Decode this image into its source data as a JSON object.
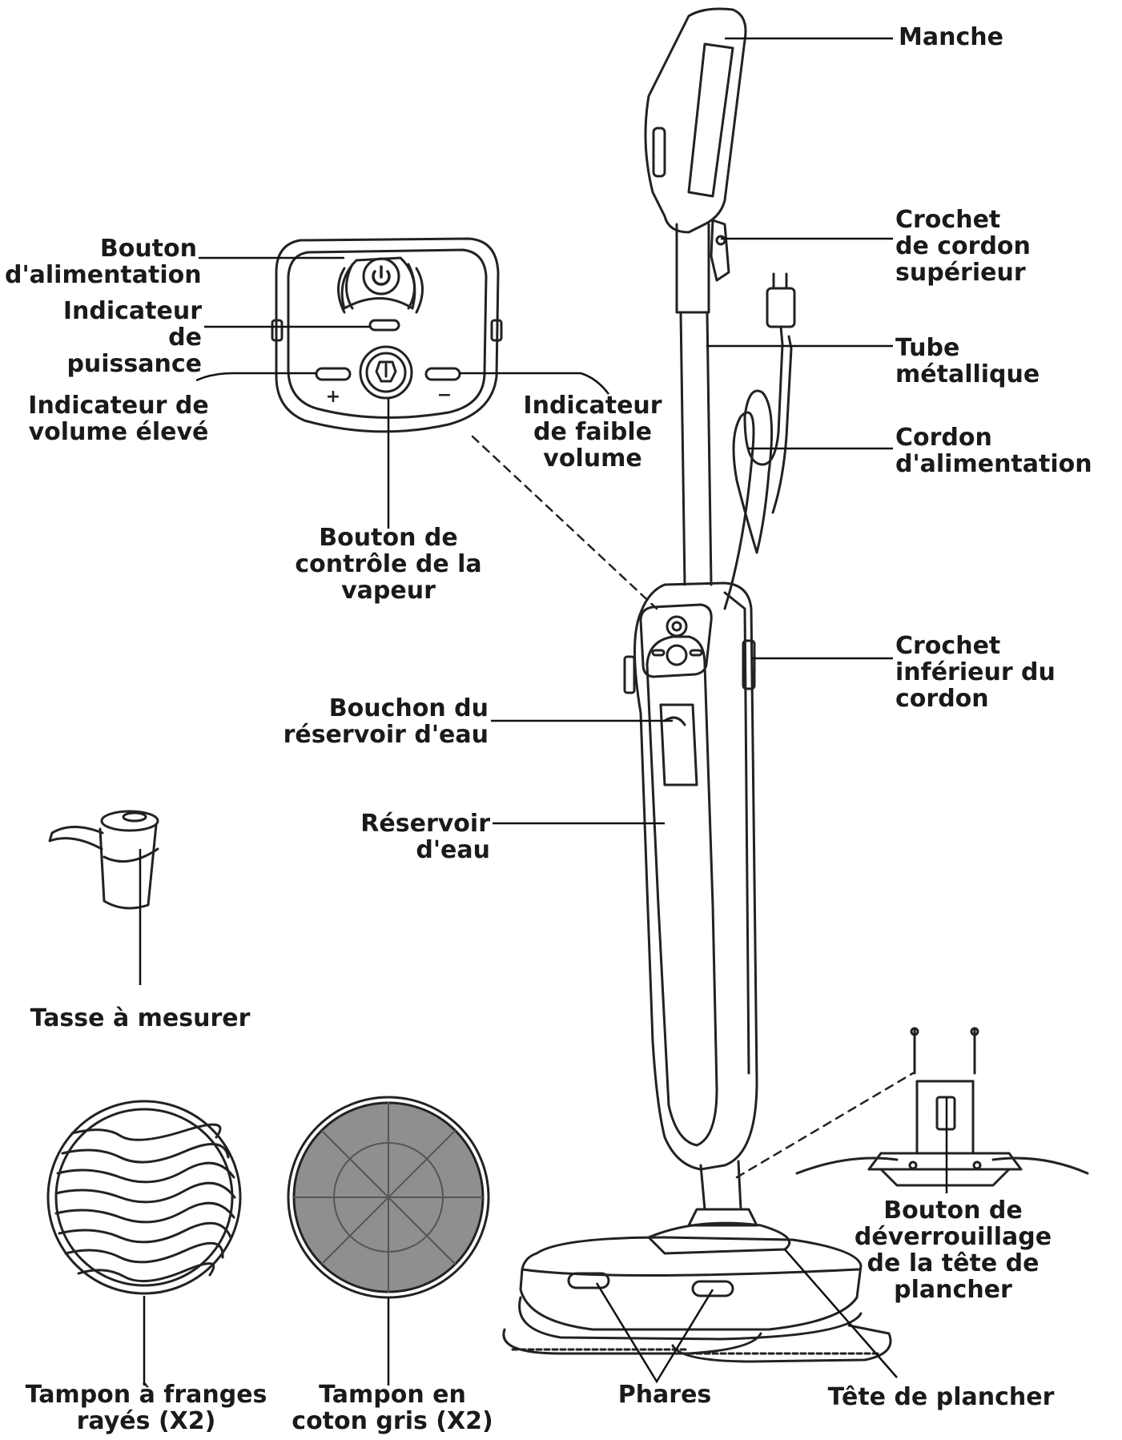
{
  "labels": {
    "manche": [
      "Manche"
    ],
    "crochet_superieur": [
      "Crochet",
      "de cordon",
      "supérieur"
    ],
    "tube": [
      "Tube",
      "métallique"
    ],
    "cordon": [
      "Cordon",
      "d'alimentation"
    ],
    "crochet_inferieur": [
      "Crochet",
      "inférieur du",
      "cordon"
    ],
    "bouton_alimentation": [
      "Bouton",
      "d'alimentation"
    ],
    "indicateur_puissance": [
      "Indicateur",
      "de",
      "puissance"
    ],
    "indicateur_eleve": [
      "Indicateur de",
      "volume élevé"
    ],
    "indicateur_faible": [
      "Indicateur",
      "de faible",
      "volume"
    ],
    "bouton_vapeur": [
      "Bouton de",
      "contrôle de la",
      "vapeur"
    ],
    "bouchon": [
      "Bouchon du",
      "réservoir d'eau"
    ],
    "reservoir": [
      "Réservoir",
      "d'eau"
    ],
    "tasse": [
      "Tasse à mesurer"
    ],
    "bouton_deverrouillage": [
      "Bouton de",
      "déverrouillage",
      "de la tête de",
      "plancher"
    ],
    "tampon_franges": [
      "Tampon à franges",
      "rayés (X2)"
    ],
    "tampon_coton": [
      "Tampon en",
      "coton gris (X2)"
    ],
    "phares": [
      "Phares"
    ],
    "tete": [
      "Tête de plancher"
    ]
  },
  "panel_symbols": {
    "plus": "+",
    "minus": "−"
  },
  "icons": [
    "power-icon",
    "steam-icon",
    "measuring-cup-icon"
  ]
}
